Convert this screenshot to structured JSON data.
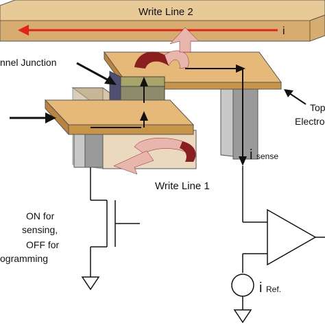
{
  "labels": {
    "write_line_2": "Write Line 2",
    "current_i": "i",
    "tunnel_junction": "nnel Junction",
    "write_line_1": "Write Line 1",
    "isense_i": "i",
    "isense_sub": "sense",
    "top_electrode_1": "Top",
    "top_electrode_2": "Electro",
    "on_for": "ON for",
    "sensing": "sensing,",
    "off_for": "OFF for",
    "programming": "ogramming",
    "iref_i": "i",
    "iref_sub": "Ref."
  },
  "colors": {
    "write_line_top": "#e8c998",
    "write_line_front": "#c49a62",
    "electrode_top": "#e6b978",
    "electrode_front": "#c89548",
    "pillar": "#9a9a9a",
    "pillar_light": "#c8c8c8",
    "current_arrow": "#e2231a",
    "field_arrow_dark": "#8b1e1e",
    "field_arrow_light": "#e9b6ad",
    "junction_olive": "#a9a56a",
    "junction_blue": "#6f8fc4",
    "junction_lightblue": "#b7c9e6",
    "junction_dark": "#4f4f74"
  }
}
